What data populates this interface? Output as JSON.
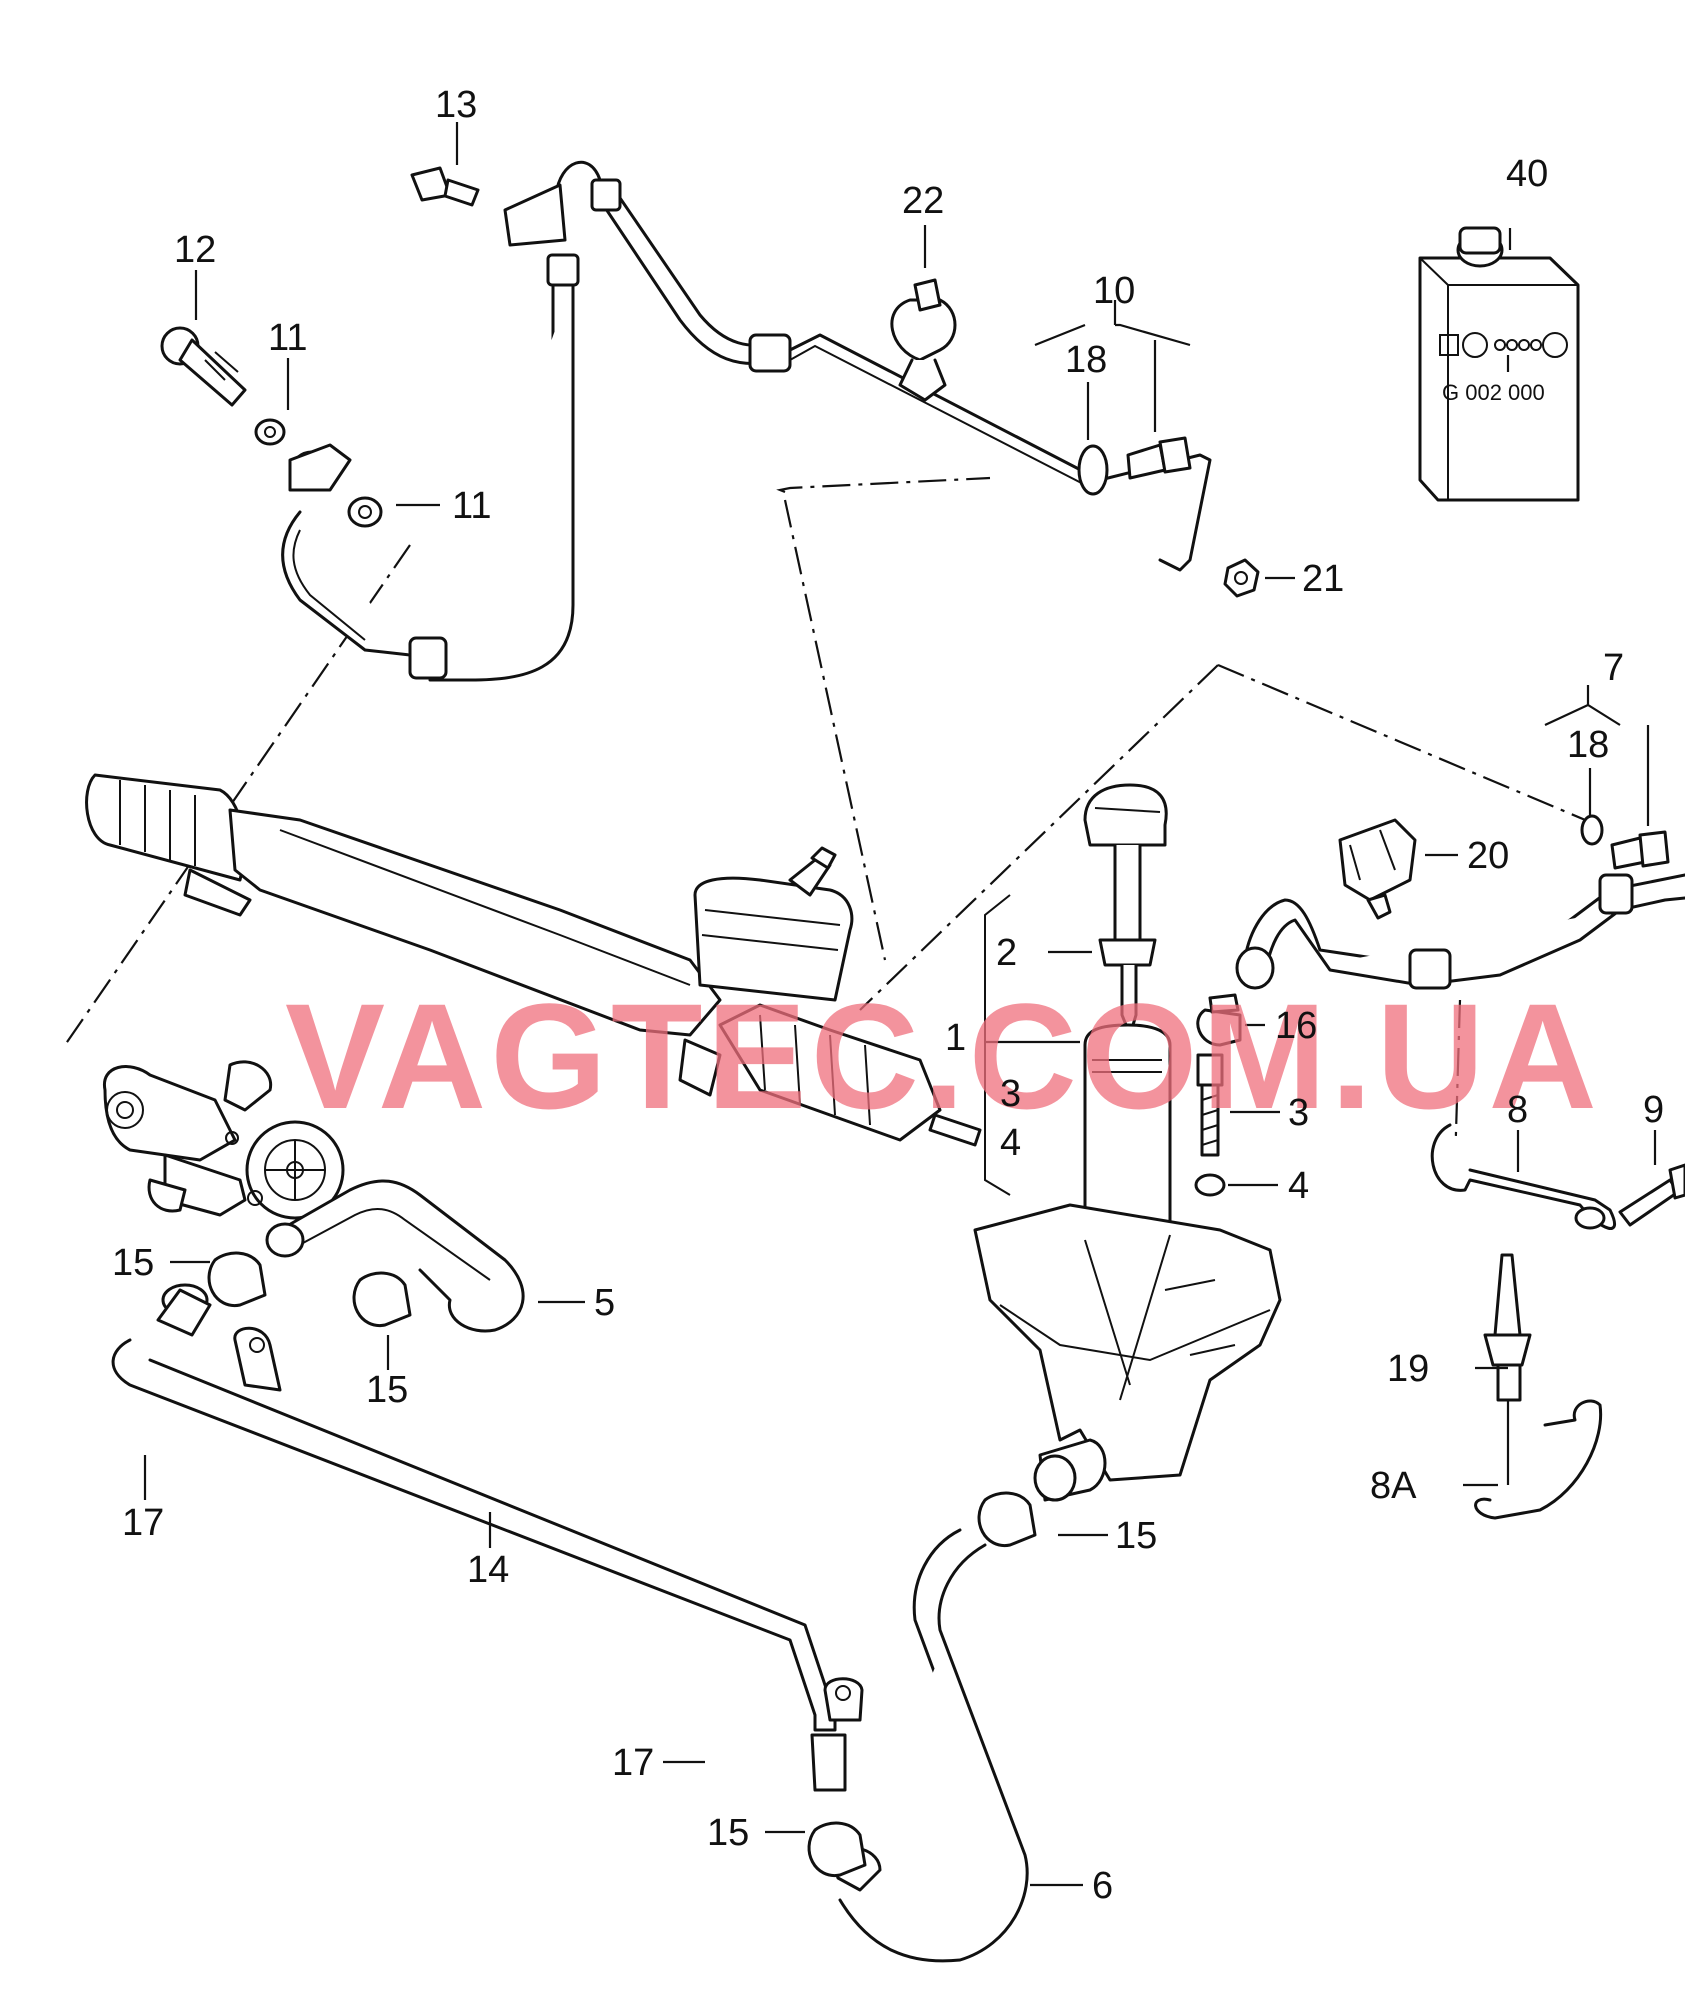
{
  "watermark": "VAGTEC.COM.UA",
  "can_text": "G 002 000",
  "labels": [
    {
      "id": "13",
      "text": "13"
    },
    {
      "id": "12",
      "text": "12"
    },
    {
      "id": "11a",
      "text": "11"
    },
    {
      "id": "11b",
      "text": "11"
    },
    {
      "id": "22",
      "text": "22"
    },
    {
      "id": "10",
      "text": "10"
    },
    {
      "id": "18a",
      "text": "18"
    },
    {
      "id": "21",
      "text": "21"
    },
    {
      "id": "40",
      "text": "40"
    },
    {
      "id": "7",
      "text": "7"
    },
    {
      "id": "18b",
      "text": "18"
    },
    {
      "id": "20",
      "text": "20"
    },
    {
      "id": "2",
      "text": "2"
    },
    {
      "id": "1",
      "text": "1"
    },
    {
      "id": "3a",
      "text": "3"
    },
    {
      "id": "4a",
      "text": "4"
    },
    {
      "id": "16",
      "text": "16"
    },
    {
      "id": "3b",
      "text": "3"
    },
    {
      "id": "4b",
      "text": "4"
    },
    {
      "id": "8",
      "text": "8"
    },
    {
      "id": "9",
      "text": "9"
    },
    {
      "id": "15a",
      "text": "15"
    },
    {
      "id": "5",
      "text": "5"
    },
    {
      "id": "15b",
      "text": "15"
    },
    {
      "id": "19",
      "text": "19"
    },
    {
      "id": "8A",
      "text": "8A"
    },
    {
      "id": "17a",
      "text": "17"
    },
    {
      "id": "14",
      "text": "14"
    },
    {
      "id": "15c",
      "text": "15"
    },
    {
      "id": "17b",
      "text": "17"
    },
    {
      "id": "15d",
      "text": "15"
    },
    {
      "id": "6",
      "text": "6"
    }
  ]
}
